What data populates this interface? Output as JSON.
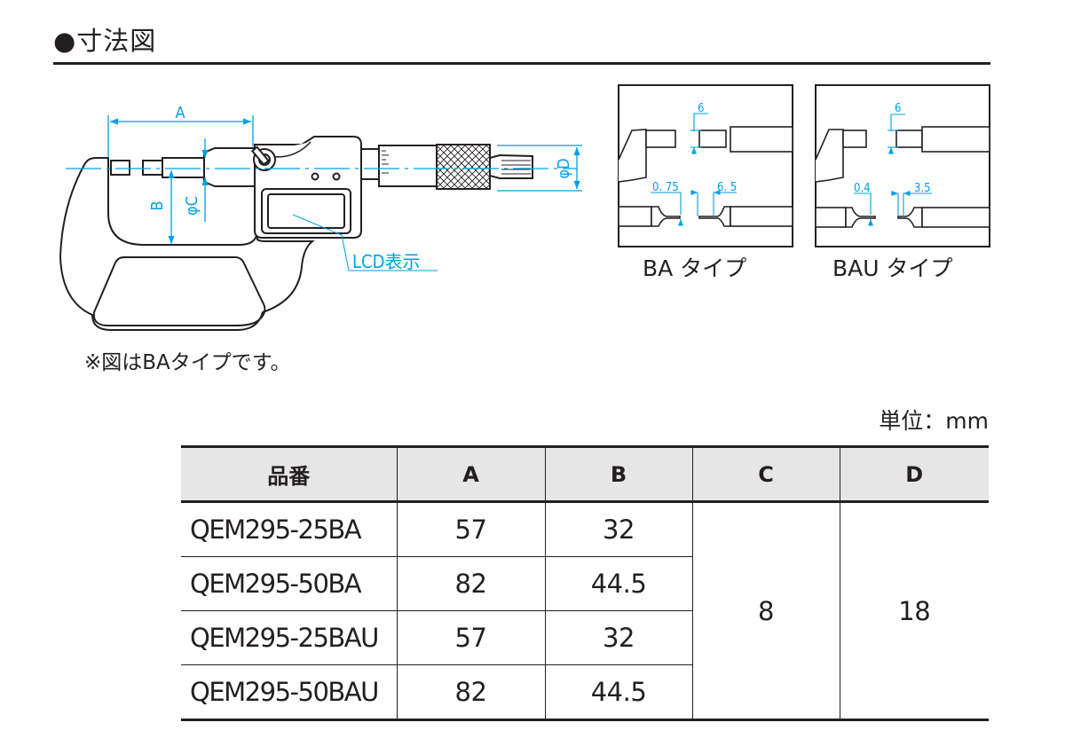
{
  "section": {
    "title": "●寸法図"
  },
  "drawing": {
    "main_labels": {
      "A": "A",
      "B": "B",
      "C": "φC",
      "D": "φD",
      "lcd": "LCD表示"
    },
    "ba_detail": {
      "anvil_dim": "6",
      "tip_thickness": "0. 75",
      "tip_length": "6. 5",
      "label": "BA タイプ"
    },
    "bau_detail": {
      "anvil_dim": "6",
      "tip_thickness": "0.4",
      "tip_length": "3.5",
      "label": "BAU タイプ"
    },
    "accent_color": "#009fe3",
    "note": "※図はBAタイプです。"
  },
  "table": {
    "unit": "単位：mm",
    "headers": [
      "品番",
      "A",
      "B",
      "C",
      "D"
    ],
    "rows": [
      {
        "part": "QEM295-25BA",
        "A": "57",
        "B": "32"
      },
      {
        "part": "QEM295-50BA",
        "A": "82",
        "B": "44.5"
      },
      {
        "part": "QEM295-25BAU",
        "A": "57",
        "B": "32"
      },
      {
        "part": "QEM295-50BAU",
        "A": "82",
        "B": "44.5"
      }
    ],
    "shared": {
      "C": "8",
      "D": "18"
    }
  }
}
